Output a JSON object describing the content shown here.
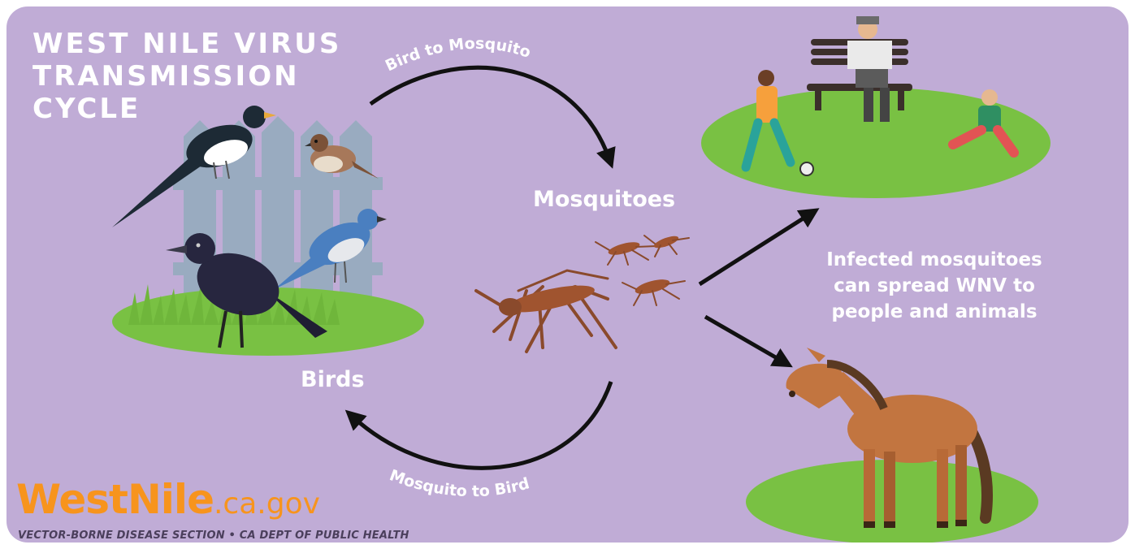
{
  "title": {
    "line1": "WEST NILE VIRUS",
    "line2": "TRANSMISSION",
    "line3": "CYCLE"
  },
  "nodes": {
    "mosquitoes": "Mosquitoes",
    "birds": "Birds"
  },
  "edges": {
    "bird_to_mosquito": "Bird to Mosquito",
    "mosquito_to_bird": "Mosquito to Bird"
  },
  "infected_note": {
    "line1": "Infected mosquitoes",
    "line2": "can spread WNV to",
    "line3": "people and animals"
  },
  "logo": {
    "brand": "WestNile",
    "suffix": ".ca.gov",
    "subtitle": "VECTOR-BORNE DISEASE SECTION • CA DEPT OF PUBLIC HEALTH"
  },
  "colors": {
    "background": "#c0acd6",
    "text": "#ffffff",
    "logo_orange": "#f7941d",
    "grass": "#79c143",
    "arrow": "#111111"
  },
  "icons": [
    "magpie-icon",
    "sparrow-icon",
    "crow-icon",
    "blue-jay-icon",
    "fence-icon",
    "mosquito-icon",
    "park-people-icon",
    "horse-icon"
  ]
}
